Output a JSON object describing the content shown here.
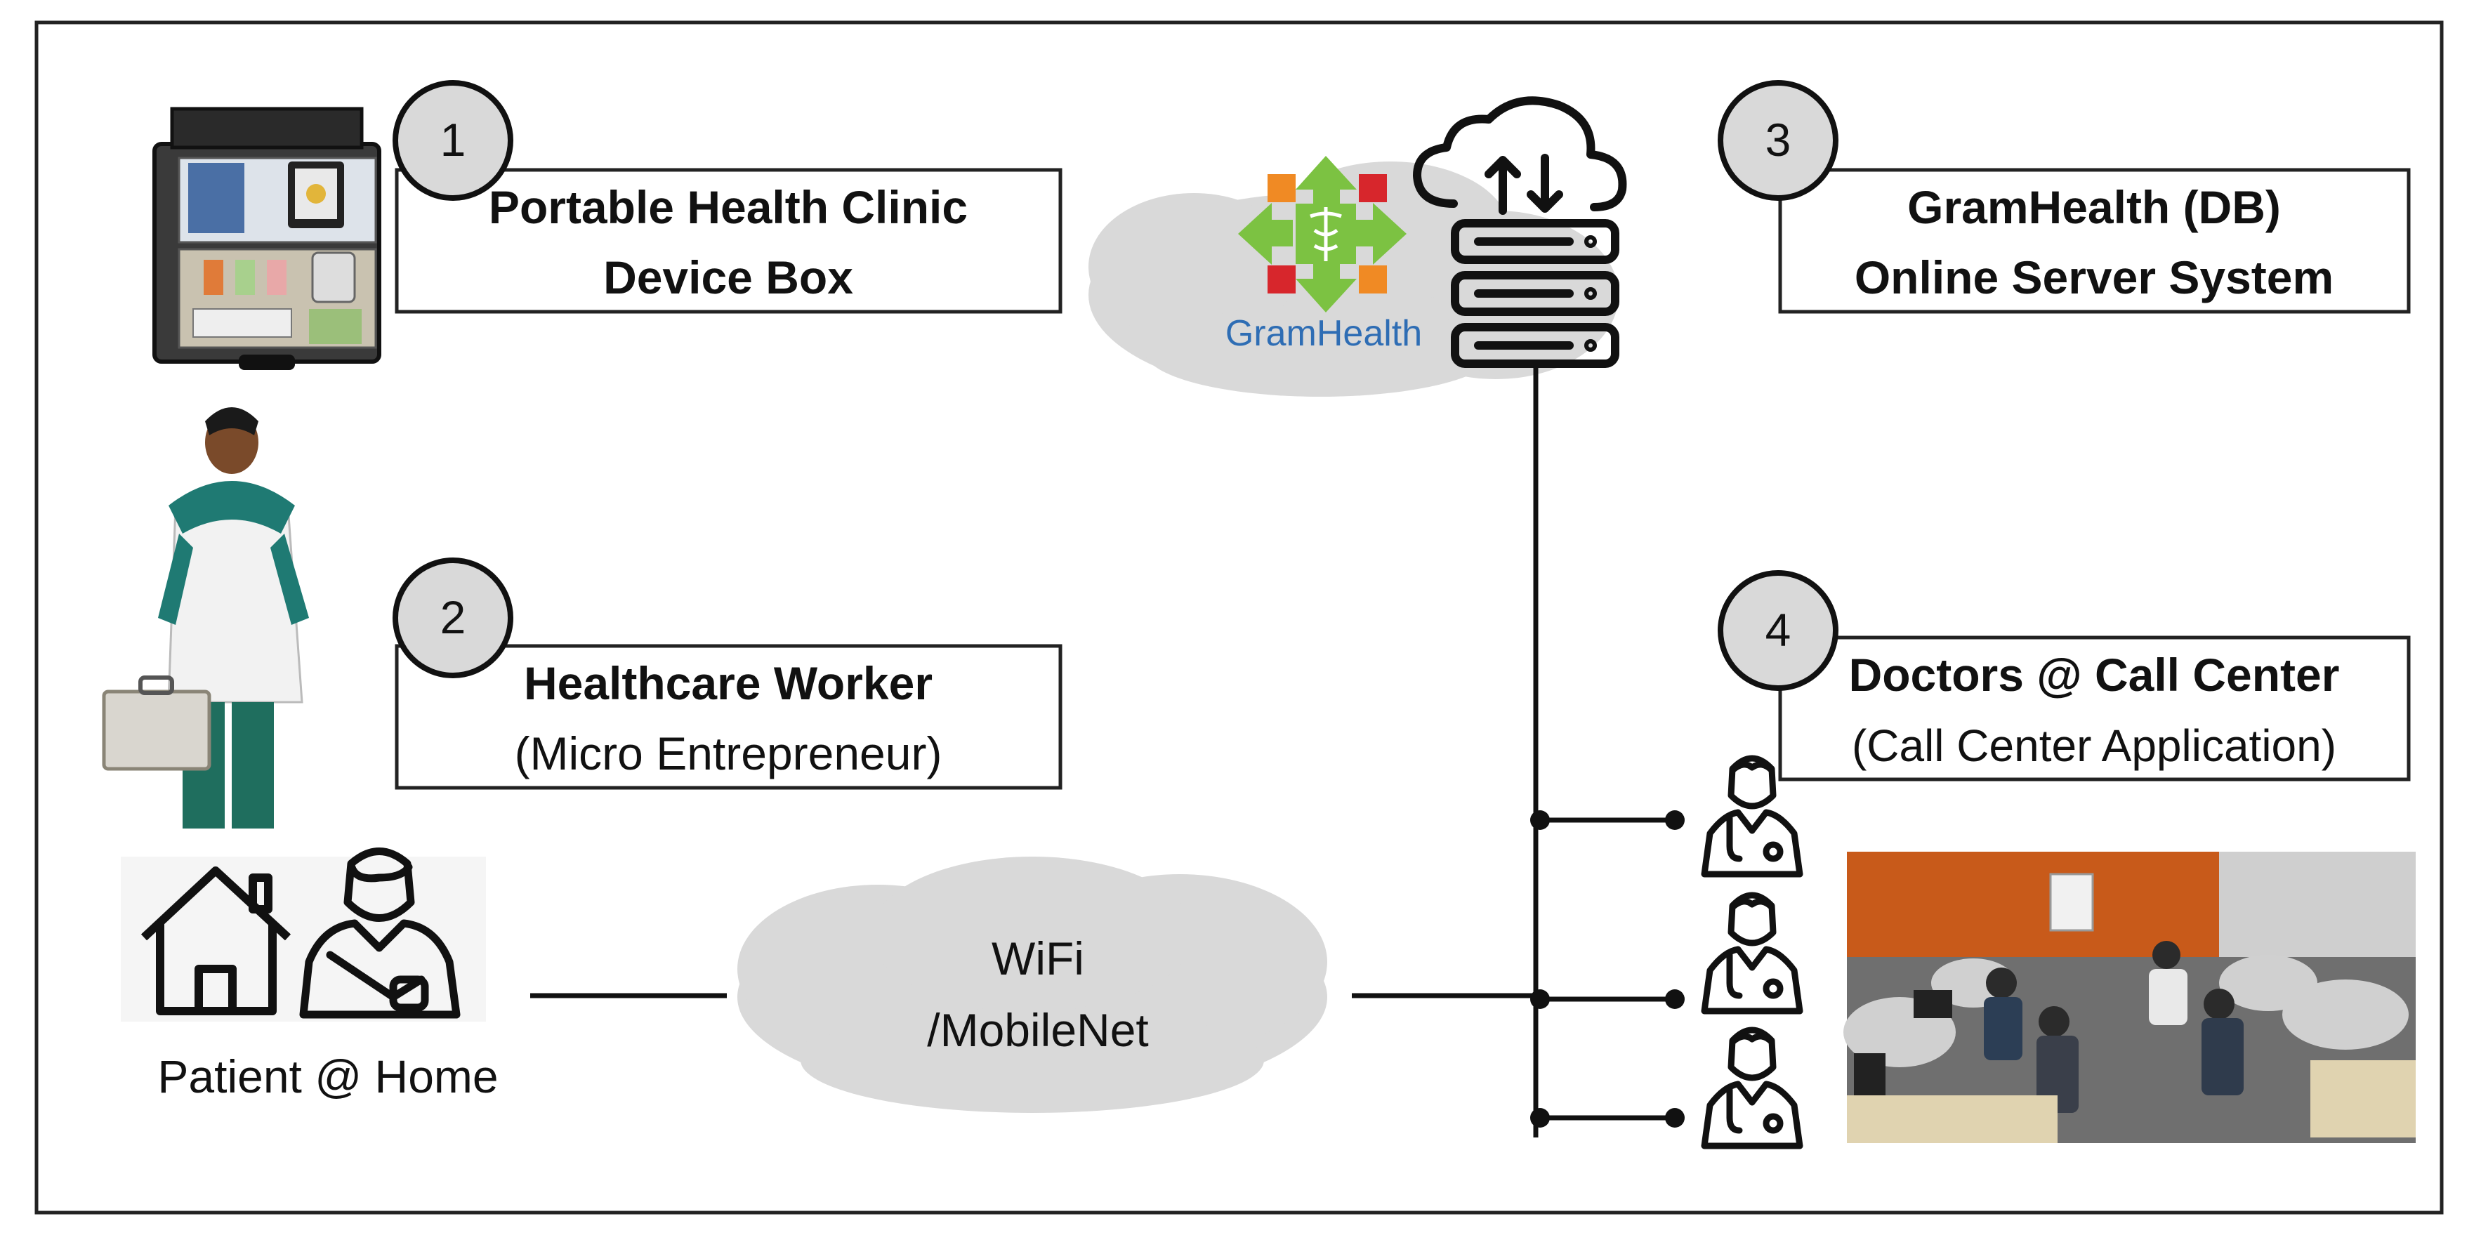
{
  "components": [
    {
      "number": "1",
      "title": "Portable Health Clinic",
      "subtitle": "Device Box"
    },
    {
      "number": "2",
      "title": "Healthcare Worker",
      "subtitle": "(Micro Entrepreneur)"
    },
    {
      "number": "3",
      "title": "GramHealth (DB)",
      "subtitle": "Online Server System"
    },
    {
      "number": "4",
      "title": "Doctors @ Call Center",
      "subtitle": "(Call Center Application)"
    }
  ],
  "patient_label": "Patient @ Home",
  "network": {
    "line1": "WiFi",
    "line2": "/MobileNet"
  },
  "logo_text": "GramHealth",
  "colors": {
    "border": "#222222",
    "cloud": "#d9d9d9",
    "logo_green": "#7cc242",
    "logo_red": "#d7262c",
    "logo_orange": "#f08a24",
    "logo_blue": "#2e6db4",
    "callcenter_wall": "#c85a1a"
  }
}
